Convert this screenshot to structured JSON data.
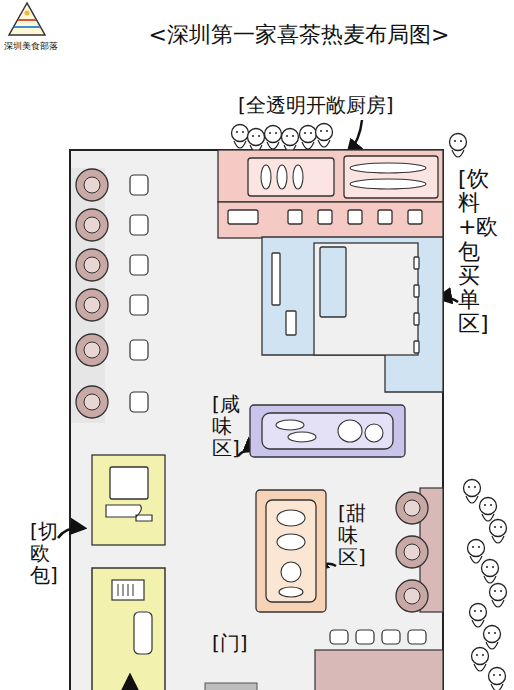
{
  "diagram": {
    "title": "<深圳第一家喜茶热麦布局图>",
    "nodes": [
      {
        "text": [
          "[全透明开敞厨房]"
        ]
      },
      {
        "text": [
          "[饮料+欧包买单区]"
        ]
      },
      {
        "text": [
          "[咸味区]"
        ]
      },
      {
        "text": [
          "[甜味区]"
        ]
      },
      {
        "text": [
          "[切欧包]"
        ]
      }
    ],
    "labels": [
      "深圳美食部落",
      "[门]"
    ]
  }
}
